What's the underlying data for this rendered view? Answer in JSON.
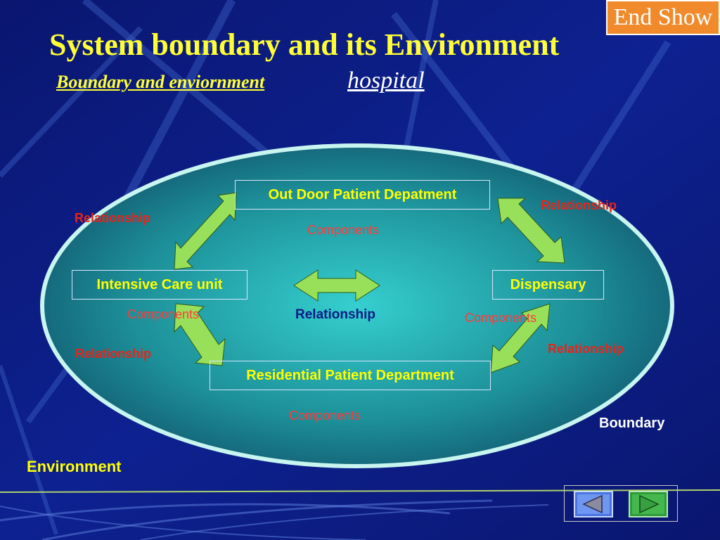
{
  "header": {
    "end_show": "End Show",
    "title": "System boundary and its Environment",
    "subtitle_left": "Boundary and enviornment",
    "subtitle_right": "hospital"
  },
  "diagram": {
    "components": {
      "opd": "Out Door Patient Depatment",
      "icu": "Intensive Care unit",
      "dispensary": "Dispensary",
      "rpd": "Residential Patient Department"
    },
    "relationship_label": "Relationship",
    "components_label": "Components",
    "boundary_label": "Boundary",
    "environment_label": "Environment"
  },
  "navigation": {
    "back_icon": "triangle-left-icon",
    "forward_icon": "triangle-right-icon"
  },
  "colors": {
    "background": "#0b1a78",
    "ellipse_outline": "#c8f5f0",
    "ellipse_center": "#33c6c6",
    "arrow": "#99e05a",
    "title": "#ffff33",
    "relationship": "#e8241a",
    "end_show": "#f08a2a"
  }
}
